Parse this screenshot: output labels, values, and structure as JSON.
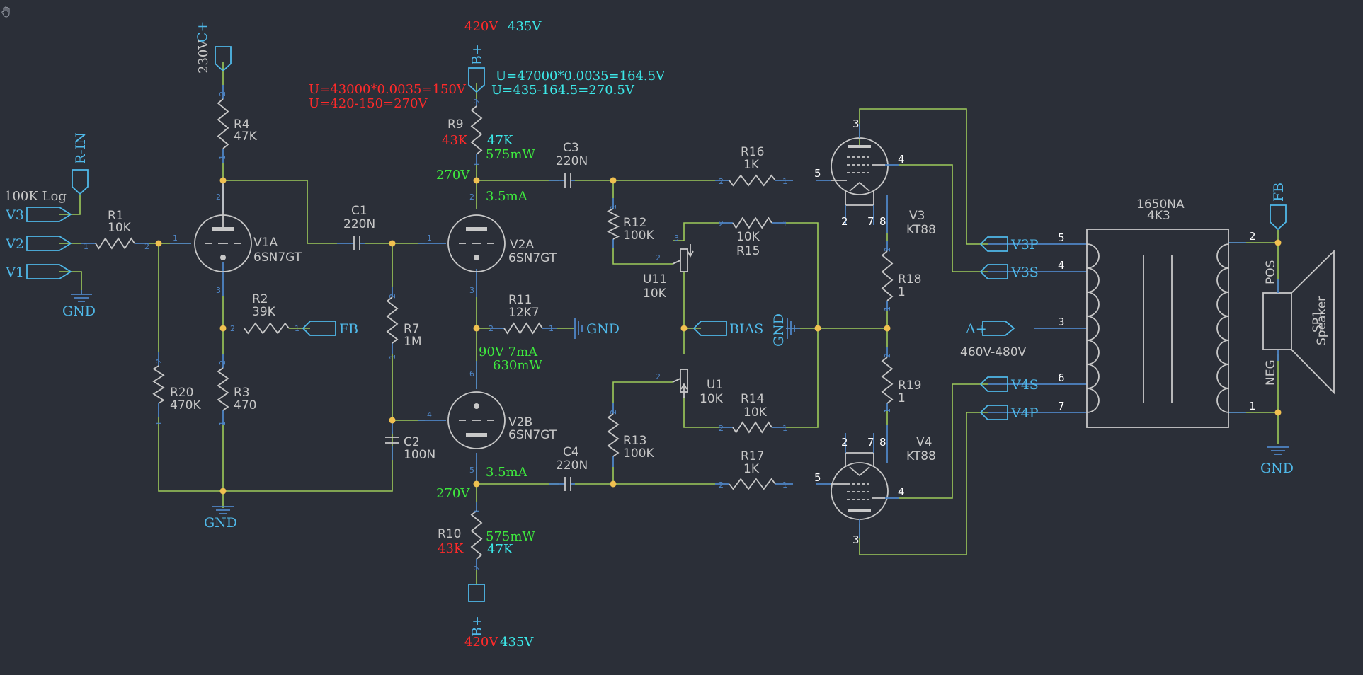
{
  "colors": {
    "background": "#2b2f38",
    "wire": "#9ecb5a",
    "pin": "#4f86c6",
    "component": "#c8c8c8",
    "net": "#4fb8e8",
    "junction": "#f0c050",
    "note_green": "#3ee83e",
    "note_red": "#ff2a2a",
    "note_cyan": "#3ce8e8"
  },
  "nets": {
    "gnd": "GND",
    "fb": "FB",
    "bias": "BIAS",
    "bplus": "B+",
    "cplus": "C+",
    "rin": "R-IN",
    "v1": "V1",
    "v2": "V2",
    "v3": "V3",
    "v3p": "V3P",
    "v3s": "V3S",
    "v4s": "V4S",
    "v4p": "V4P",
    "aplus": "A+"
  },
  "components": {
    "r1": {
      "ref": "R1",
      "value": "10K"
    },
    "r2": {
      "ref": "R2",
      "value": "39K"
    },
    "r3": {
      "ref": "R3",
      "value": "470"
    },
    "r4": {
      "ref": "R4",
      "value": "47K"
    },
    "r7": {
      "ref": "R7",
      "value": "1M"
    },
    "r9": {
      "ref": "R9"
    },
    "r10": {
      "ref": "R10"
    },
    "r11": {
      "ref": "R11",
      "value": "12K7"
    },
    "r12": {
      "ref": "R12",
      "value": "100K"
    },
    "r13": {
      "ref": "R13",
      "value": "100K"
    },
    "r14": {
      "ref": "R14",
      "value": "10K"
    },
    "r15": {
      "ref": "R15",
      "value": "10K"
    },
    "r16": {
      "ref": "R16",
      "value": "1K"
    },
    "r17": {
      "ref": "R17",
      "value": "1K"
    },
    "r18": {
      "ref": "R18",
      "value": "1"
    },
    "r19": {
      "ref": "R19",
      "value": "1"
    },
    "r20": {
      "ref": "R20",
      "value": "470K"
    },
    "c1": {
      "ref": "C1",
      "value": "220N"
    },
    "c2": {
      "ref": "C2",
      "value": "100N"
    },
    "c3": {
      "ref": "C3",
      "value": "220N"
    },
    "c4": {
      "ref": "C4",
      "value": "220N"
    },
    "u1": {
      "ref": "U1",
      "value": "10K"
    },
    "u11": {
      "ref": "U11",
      "value": "10K"
    },
    "v1a": {
      "ref": "V1A",
      "value": "6SN7GT"
    },
    "v2a": {
      "ref": "V2A",
      "value": "6SN7GT"
    },
    "v2b": {
      "ref": "V2B",
      "value": "6SN7GT"
    },
    "v3": {
      "ref": "V3",
      "value": "KT88"
    },
    "v4": {
      "ref": "V4",
      "value": "KT88"
    },
    "ot": {
      "ref": "1650NA",
      "value": "4K3"
    },
    "sp1": {
      "ref": "SP1",
      "value": "Speaker",
      "pos": "POS",
      "neg": "NEG"
    }
  },
  "notes": {
    "pot_log": "100K Log",
    "c_plus_v": "230V",
    "bplus_top_red": "420V",
    "bplus_top_cyan": "435V",
    "calc_red1": "U=43000*0.0035=150V",
    "calc_red2": "U=420-150=270V",
    "calc_cyan1": "U=47000*0.0035=164.5V",
    "calc_cyan2": "U=435-164.5=270.5V",
    "r9_red": "43K",
    "r9_cyan": "47K",
    "r9_power": "575mW",
    "v2a_plate_v": "270V",
    "v2a_i": "3.5mA",
    "cathode_note": "90V  7mA",
    "cathode_power": "630mW",
    "v2b_i": "3.5mA",
    "v2b_plate_v": "270V",
    "r10_power": "575mW",
    "r10_red": "43K",
    "r10_cyan": "47K",
    "bplus_bot_red": "420V",
    "bplus_bot_cyan": "435V",
    "aplus_range": "460V-480V"
  },
  "pins": {
    "n1": "1",
    "n2": "2",
    "n3": "3",
    "n4": "4",
    "n5": "5",
    "n6": "6",
    "n7": "7",
    "n8": "8"
  },
  "icons": {
    "hand": "hand-icon"
  }
}
